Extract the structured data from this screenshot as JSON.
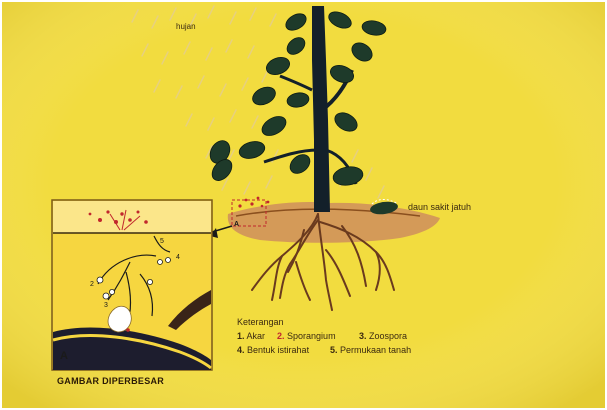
{
  "labels": {
    "rain": "hujan",
    "fallen_leaf": "daun sakit jatuh",
    "panel_letter": "A",
    "source_box_letter": "A",
    "caption": "GAMBAR DIPERBESAR"
  },
  "legend": {
    "heading": "Keterangan",
    "items": [
      {
        "num": "1.",
        "text": "Akar"
      },
      {
        "num": "2.",
        "text": "Sporangium"
      },
      {
        "num": "3.",
        "text": "Zoospora"
      },
      {
        "num": "4.",
        "text": "Bentuk istirahat"
      },
      {
        "num": "5.",
        "text": "Permukaan tanah"
      }
    ]
  },
  "inset_markers": [
    "5",
    "4",
    "2",
    "3"
  ],
  "colors": {
    "background": "#f2dc3f",
    "stem": "#13202a",
    "leaf": "#1e3a2a",
    "soil": "#d49a58",
    "root": "#6a3a1e",
    "highlight_red": "#c1272d",
    "inset_bg": "#f6d640"
  }
}
